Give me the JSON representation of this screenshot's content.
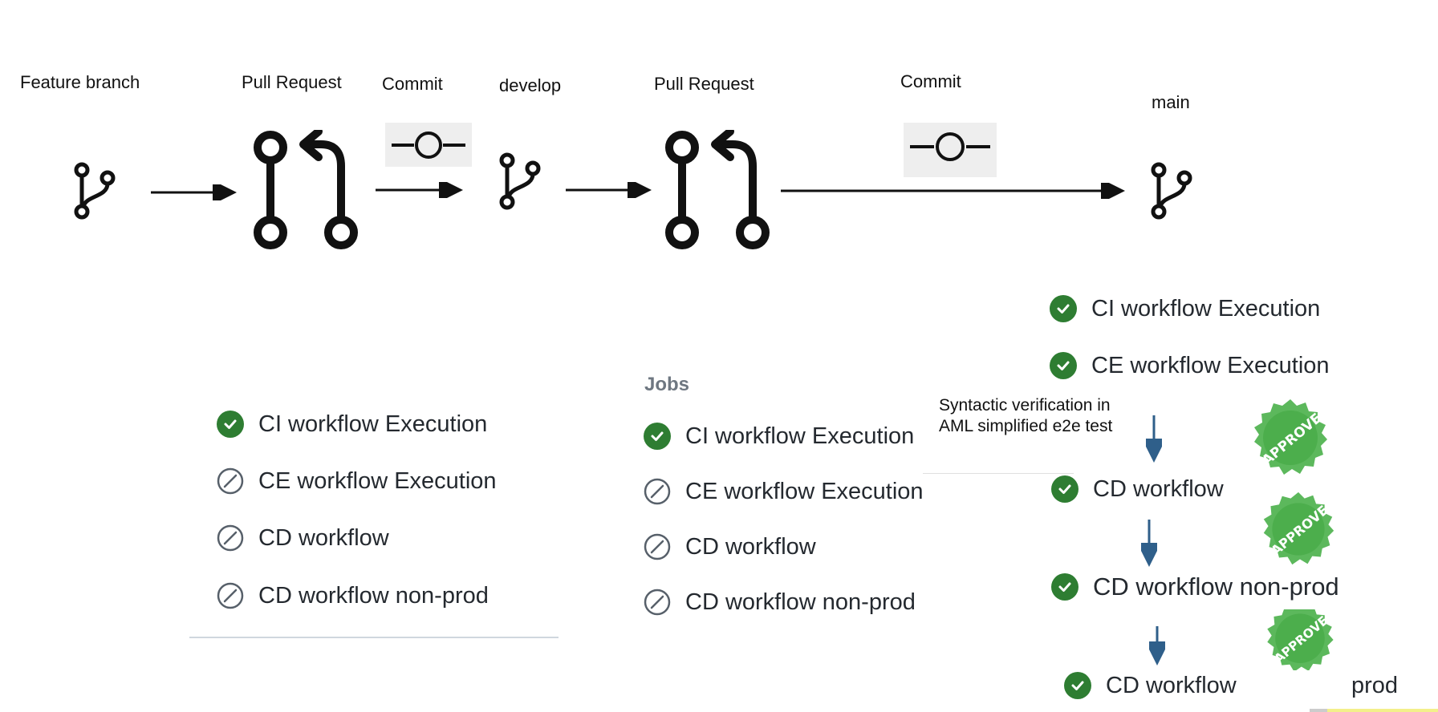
{
  "top_labels": {
    "feature_branch": "Feature branch",
    "pull_request_1": "Pull Request",
    "commit_1": "Commit",
    "develop": "develop",
    "pull_request_2": "Pull Request",
    "commit_2": "Commit",
    "main": "main"
  },
  "panel_feature": {
    "jobs": [
      {
        "label": "CI workflow Execution",
        "status": "success"
      },
      {
        "label": "CE workflow Execution",
        "status": "skipped"
      },
      {
        "label": "CD workflow",
        "status": "skipped"
      },
      {
        "label": "CD workflow non-prod",
        "status": "skipped"
      }
    ]
  },
  "panel_develop": {
    "heading": "Jobs",
    "jobs": [
      {
        "label": "CI workflow Execution",
        "status": "success"
      },
      {
        "label": "CE workflow Execution",
        "status": "skipped"
      },
      {
        "label": "CD workflow",
        "status": "skipped"
      },
      {
        "label": "CD workflow non-prod",
        "status": "skipped"
      }
    ]
  },
  "panel_main": {
    "jobs": [
      {
        "label": "CI workflow Execution",
        "status": "success"
      },
      {
        "label": "CE workflow Execution",
        "status": "success"
      },
      {
        "label": "CD workflow",
        "status": "success"
      },
      {
        "label": "CD workflow non-prod",
        "status": "success"
      },
      {
        "label": "CD workflow",
        "status": "success"
      },
      {
        "label": "prod",
        "status": "success"
      }
    ],
    "note_line1": "Syntactic verification in",
    "note_line2": "AML simplified e2e test",
    "approve_text": "APPROVE"
  },
  "colors": {
    "success": "#2e7d32",
    "skipped": "#57606a",
    "flow_arrow": "#2f5f8a",
    "approve_badge": "#5cb85c"
  },
  "icons": {
    "branch": "git-branch-icon",
    "pull_request": "git-pull-request-icon",
    "commit": "git-commit-icon",
    "check": "check-circle-icon",
    "skip": "skip-circle-icon",
    "approve": "approve-badge-icon"
  }
}
